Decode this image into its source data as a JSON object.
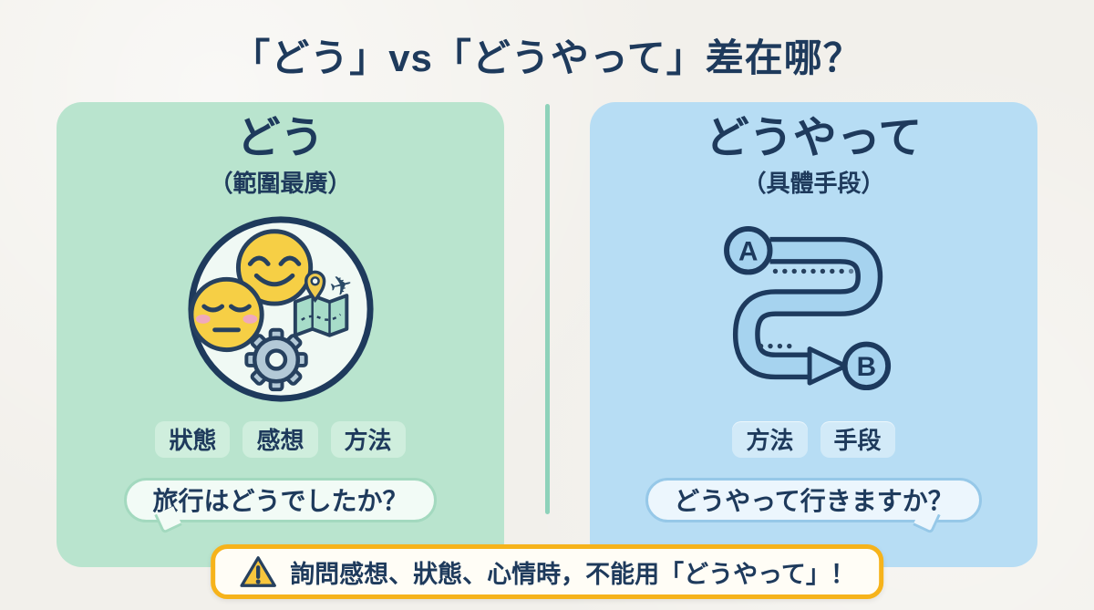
{
  "title": "「どう」vs「どうやって」差在哪？",
  "left_card": {
    "word": "どう",
    "note": "（範圍最廣）",
    "tags": [
      "狀態",
      "感想",
      "方法"
    ],
    "bubble": "旅行はどうでしたか？"
  },
  "right_card": {
    "word": "どうやって",
    "note": "（具體手段）",
    "tags": [
      "方法",
      "手段"
    ],
    "bubble": "どうやって行きますか？",
    "route": {
      "start": "A",
      "end": "B"
    }
  },
  "warning": {
    "text": "詢問感想、狀態、心情時，不能用「どうやって」！"
  },
  "icons": {
    "left_illustration": [
      "smiling-face",
      "calm-face",
      "map-with-pin",
      "airplane",
      "gear"
    ],
    "right_illustration": "route-a-to-b-arrow",
    "warning_icon": "warning-triangle"
  },
  "colors": {
    "navy_text": "#1e3a5c",
    "background": "#f2f0eb",
    "left_card_bg": "#b9e4ce",
    "left_tag_bg": "#cfeedd",
    "right_card_bg": "#b7ddf4",
    "right_tag_bg": "#d2eaf8",
    "divider": "#8ed2ba",
    "warning_border": "#f6b31b",
    "emoji_yellow": "#f6cf45",
    "route_blue": "#a6d3ef"
  }
}
